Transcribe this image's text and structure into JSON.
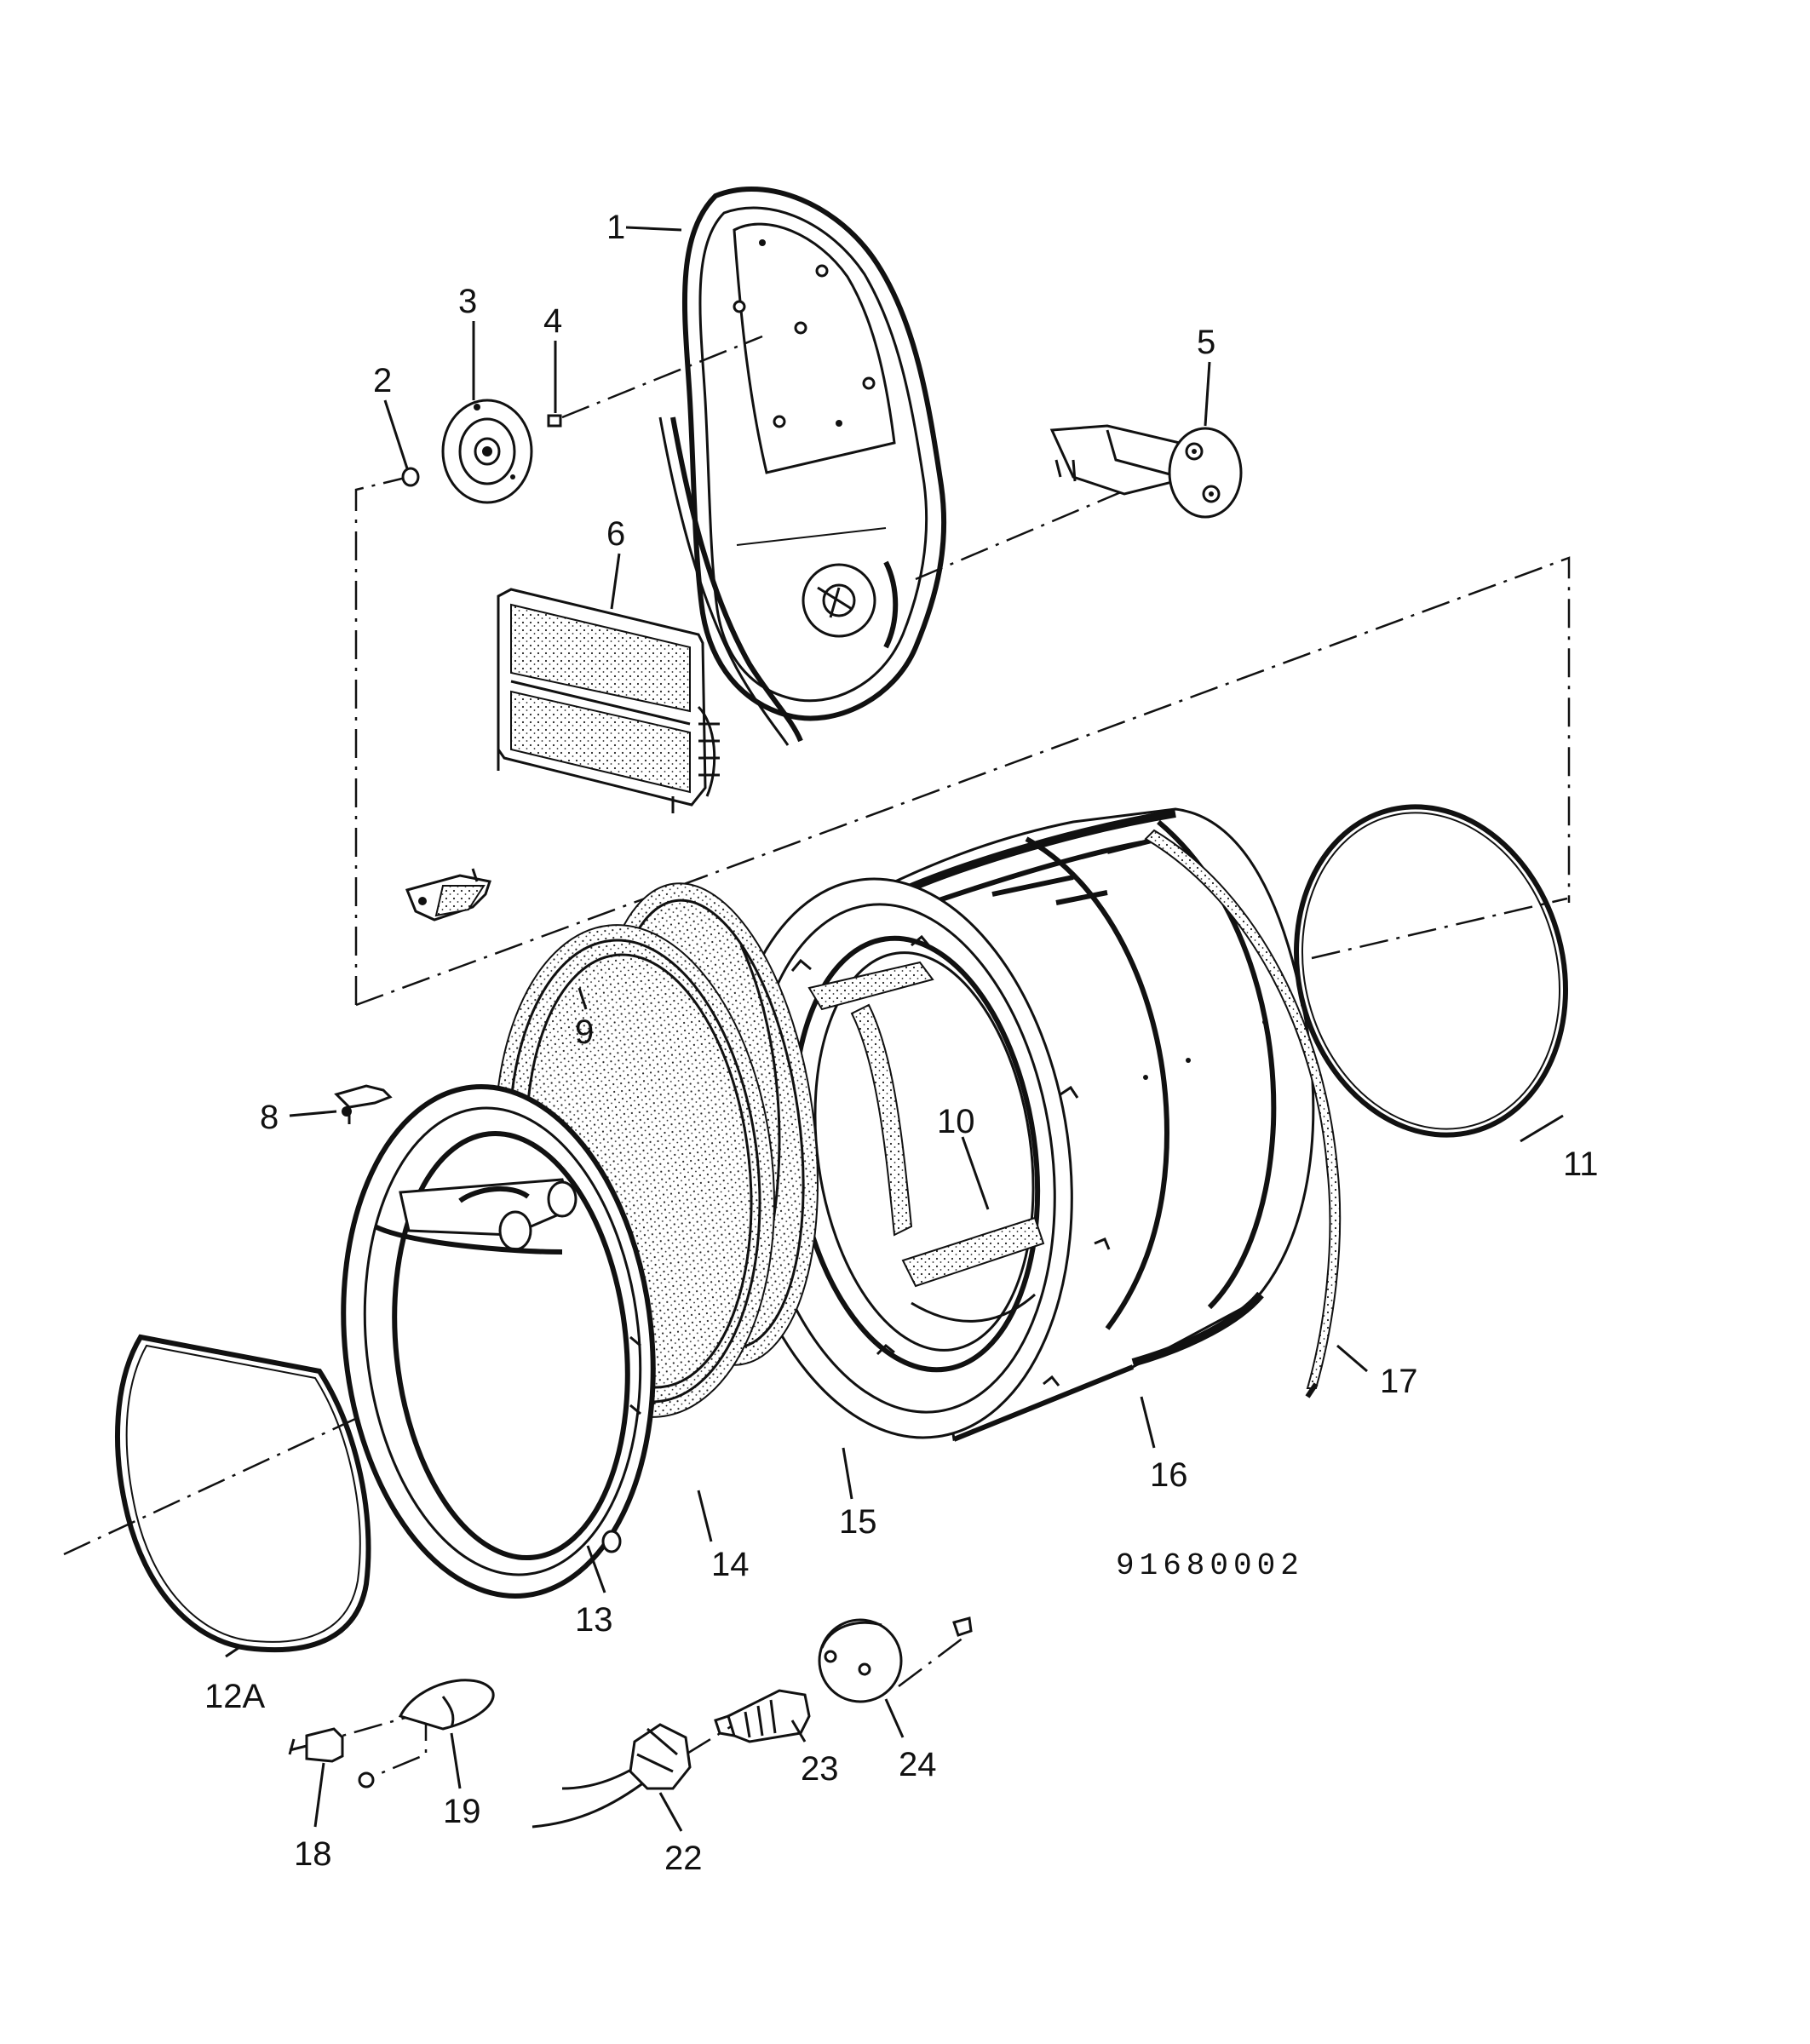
{
  "diagram_code": "91680002",
  "labels": {
    "p1": "1",
    "p2": "2",
    "p3": "3",
    "p4": "4",
    "p5": "5",
    "p6": "6",
    "p8": "8",
    "p9": "9",
    "p10": "10",
    "p11": "11",
    "p12a": "12A",
    "p13": "13",
    "p14": "14",
    "p15": "15",
    "p16": "16",
    "p17": "17",
    "p18": "18",
    "p19": "19",
    "p22": "22",
    "p23": "23",
    "p24": "24"
  }
}
